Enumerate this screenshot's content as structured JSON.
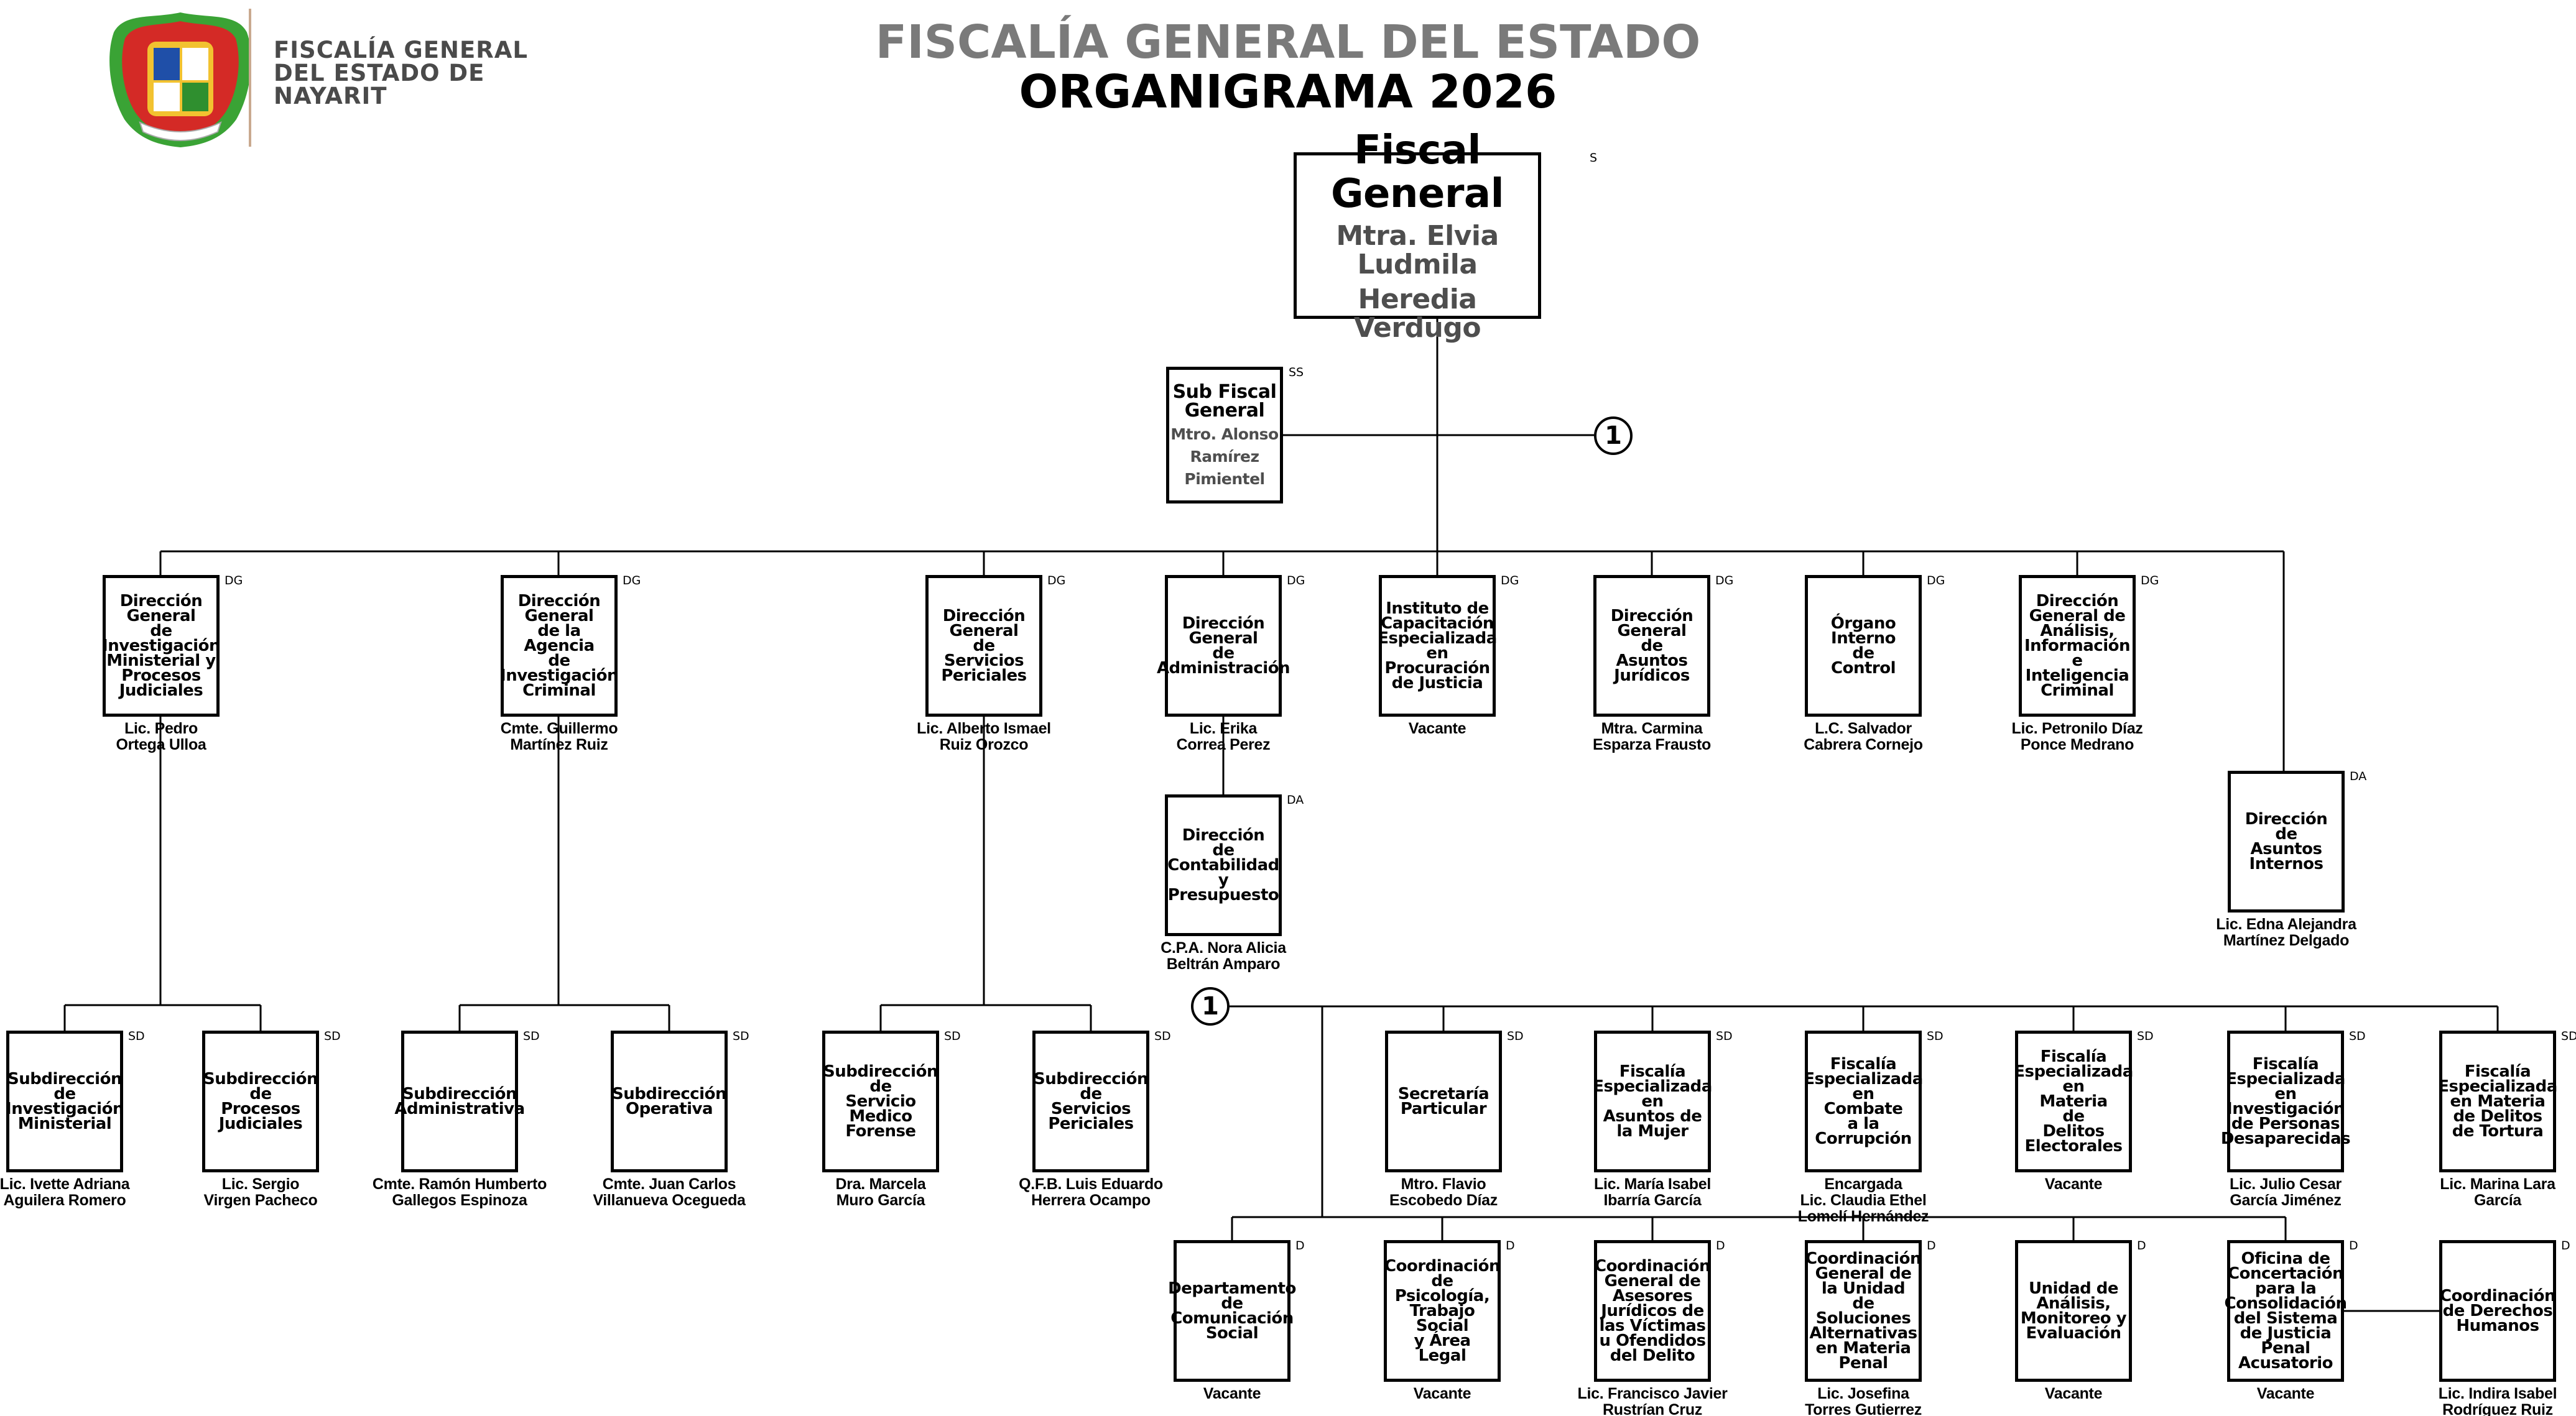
{
  "header": {
    "logo_text": [
      "FISCALÍA GENERAL",
      "DEL ESTADO DE",
      "NAYARIT"
    ],
    "title": "FISCALÍA GENERAL DEL ESTADO",
    "subtitle": "ORGANIGRAMA 2026"
  },
  "colors": {
    "line": "#000000",
    "title_gray": "#7a7a7a",
    "name_gray": "#4e4e4e",
    "logo_green": "#3aa335",
    "logo_red": "#d42a26",
    "logo_yellow": "#f2c230"
  },
  "connector_label": "1",
  "fiscal": {
    "title": "Fiscal General",
    "person": [
      "Mtra. Elvia Ludmila",
      "Heredia Verdugo"
    ],
    "level": "S"
  },
  "subfiscal": {
    "title": [
      "Sub Fiscal",
      "General"
    ],
    "person": [
      "Mtro. Alonso",
      "Ramírez",
      "Pimientel"
    ],
    "level": "SS"
  },
  "units": [
    {
      "title": [
        "Dirección",
        "General",
        "de",
        "Investigación",
        "Ministerial y",
        "Procesos",
        "Judiciales"
      ],
      "level": "DG",
      "person": "Lic. Pedro\nOrtega Ulloa"
    },
    {
      "title": [
        "Dirección",
        "General",
        "de la",
        "Agencia",
        "de",
        "Investigación",
        "Criminal"
      ],
      "level": "DG",
      "person": "Cmte. Guillermo\nMartínez Ruiz"
    },
    {
      "title": [
        "Dirección",
        "General",
        "de",
        "Servicios",
        "Periciales"
      ],
      "level": "DG",
      "person": "Lic. Alberto Ismael\nRuiz Orozco"
    },
    {
      "title": [
        "Dirección",
        "General",
        "de",
        "Administración"
      ],
      "level": "DG",
      "person": "Lic. Erika\nCorrea Perez"
    },
    {
      "title": [
        "Instituto de",
        "Capacitación",
        "Especializada",
        "en",
        "Procuración",
        "de Justicia"
      ],
      "level": "DG",
      "person": "Vacante"
    },
    {
      "title": [
        "Dirección",
        "General",
        "de",
        "Asuntos",
        "Jurídicos"
      ],
      "level": "DG",
      "person": "Mtra. Carmina\nEsparza Frausto"
    },
    {
      "title": [
        "Órgano",
        "Interno",
        "de",
        "Control"
      ],
      "level": "DG",
      "person": "L.C. Salvador\nCabrera Cornejo"
    },
    {
      "title": [
        "Dirección",
        "General de",
        "Análisis,",
        "Información",
        "e Inteligencia",
        "Criminal"
      ],
      "level": "DG",
      "person": "Lic. Petronilo Díaz\nPonce Medrano"
    },
    {
      "title": [
        "Dirección",
        "de",
        "Contabilidad",
        "y",
        "Presupuesto"
      ],
      "level": "DA",
      "person": "C.P.A. Nora Alicia\nBeltrán Amparo"
    },
    {
      "title": [
        "Dirección",
        "de",
        "Asuntos",
        "Internos"
      ],
      "level": "DA",
      "person": "Lic. Edna Alejandra\nMartínez Delgado"
    },
    {
      "title": [
        "Subdirección",
        "de",
        "Investigación",
        "Ministerial"
      ],
      "level": "SD",
      "person": "Lic. Ivette Adriana\nAguilera Romero"
    },
    {
      "title": [
        "Subdirección",
        "de",
        "Procesos",
        "Judiciales"
      ],
      "level": "SD",
      "person": "Lic. Sergio\nVirgen Pacheco"
    },
    {
      "title": [
        "Subdirección",
        "Administrativa"
      ],
      "level": "SD",
      "person": "Cmte. Ramón Humberto\nGallegos Espinoza"
    },
    {
      "title": [
        "Subdirección",
        "Operativa"
      ],
      "level": "SD",
      "person": "Cmte. Juan Carlos\nVillanueva Ocegueda"
    },
    {
      "title": [
        "Subdirección",
        "de",
        "Servicio",
        "Medico",
        "Forense"
      ],
      "level": "SD",
      "person": "Dra. Marcela\nMuro García"
    },
    {
      "title": [
        "Subdirección",
        "de",
        "Servicios",
        "Periciales"
      ],
      "level": "SD",
      "person": "Q.F.B. Luis Eduardo\nHerrera Ocampo"
    },
    {
      "title": [
        "Secretaría",
        "Particular"
      ],
      "level": "SD",
      "person": "Mtro. Flavio\nEscobedo Díaz"
    },
    {
      "title": [
        "Fiscalía",
        "Especializada",
        "en",
        "Asuntos de",
        "la Mujer"
      ],
      "level": "SD",
      "person": "Lic. María Isabel\nIbarría García"
    },
    {
      "title": [
        "Fiscalía",
        "Especializada",
        "en",
        "Combate",
        "a la",
        "Corrupción"
      ],
      "level": "SD",
      "person": "Encargada\nLic. Claudia Ethel\nLomelí Hernández"
    },
    {
      "title": [
        "Fiscalía",
        "Especializada",
        "en",
        "Materia",
        "de",
        "Delitos",
        "Electorales"
      ],
      "level": "SD",
      "person": "Vacante"
    },
    {
      "title": [
        "Fiscalía",
        "Especializada",
        "en",
        "Investigación",
        "de Personas",
        "Desaparecidas"
      ],
      "level": "SD",
      "person": "Lic. Julio Cesar\nGarcía Jiménez"
    },
    {
      "title": [
        "Fiscalía",
        "Especializada",
        "en Materia",
        "de Delitos",
        "de Tortura"
      ],
      "level": "SD",
      "person": "Lic. Marina Lara\nGarcía"
    },
    {
      "title": [
        "Departamento",
        "de",
        "Comunicación",
        "Social"
      ],
      "level": "D",
      "person": "Vacante"
    },
    {
      "title": [
        "Coordinación",
        "de",
        "Psicología,",
        "Trabajo",
        "Social",
        "y Área",
        "Legal"
      ],
      "level": "D",
      "person": "Vacante"
    },
    {
      "title": [
        "Coordinación",
        "General de",
        "Asesores",
        "Jurídicos de",
        "las Víctimas",
        "u Ofendidos",
        "del Delito"
      ],
      "level": "D",
      "person": "Lic. Francisco Javier\nRustrían Cruz"
    },
    {
      "title": [
        "Coordinación",
        "General de",
        "la Unidad de",
        "Soluciones",
        "Alternativas",
        "en Materia",
        "Penal"
      ],
      "level": "D",
      "person": "Lic. Josefina\nTorres Gutierrez"
    },
    {
      "title": [
        "Unidad de",
        "Análisis,",
        "Monitoreo y",
        "Evaluación"
      ],
      "level": "D",
      "person": "Vacante"
    },
    {
      "title": [
        "Oficina de",
        "Concertación",
        "para la",
        "Consolidación",
        "del Sistema",
        "de Justicia",
        "Penal",
        "Acusatorio"
      ],
      "level": "D",
      "person": "Vacante"
    },
    {
      "title": [
        "Coordinación",
        "de Derechos",
        "Humanos"
      ],
      "level": "D",
      "person": "Lic. Indira Isabel\nRodríguez Ruiz"
    }
  ]
}
